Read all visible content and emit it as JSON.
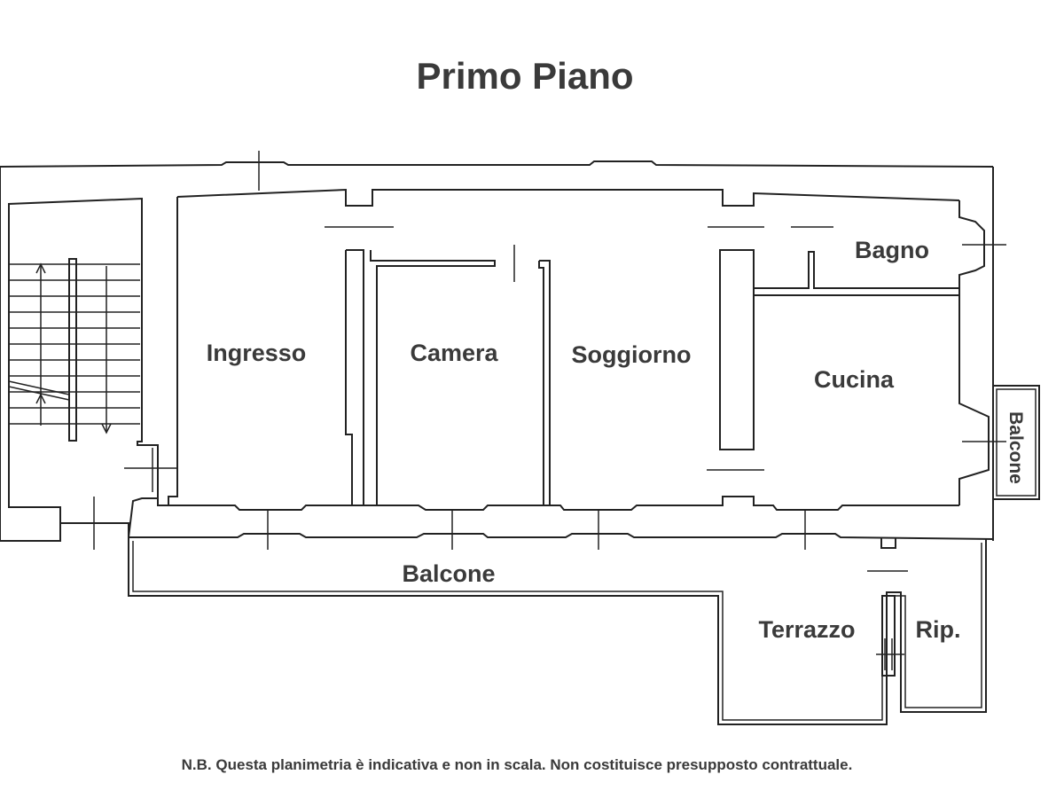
{
  "title": "Primo Piano",
  "rooms": {
    "ingresso": "Ingresso",
    "camera": "Camera",
    "soggiorno": "Soggiorno",
    "bagno": "Bagno",
    "cucina": "Cucina",
    "balcone_side": "Balcone",
    "balcone": "Balcone",
    "terrazzo": "Terrazzo",
    "ripostiglio": "Rip."
  },
  "note": "N.B. Questa planimetria è indicativa e non in scala. Non costituisce presupposto contrattuale."
}
